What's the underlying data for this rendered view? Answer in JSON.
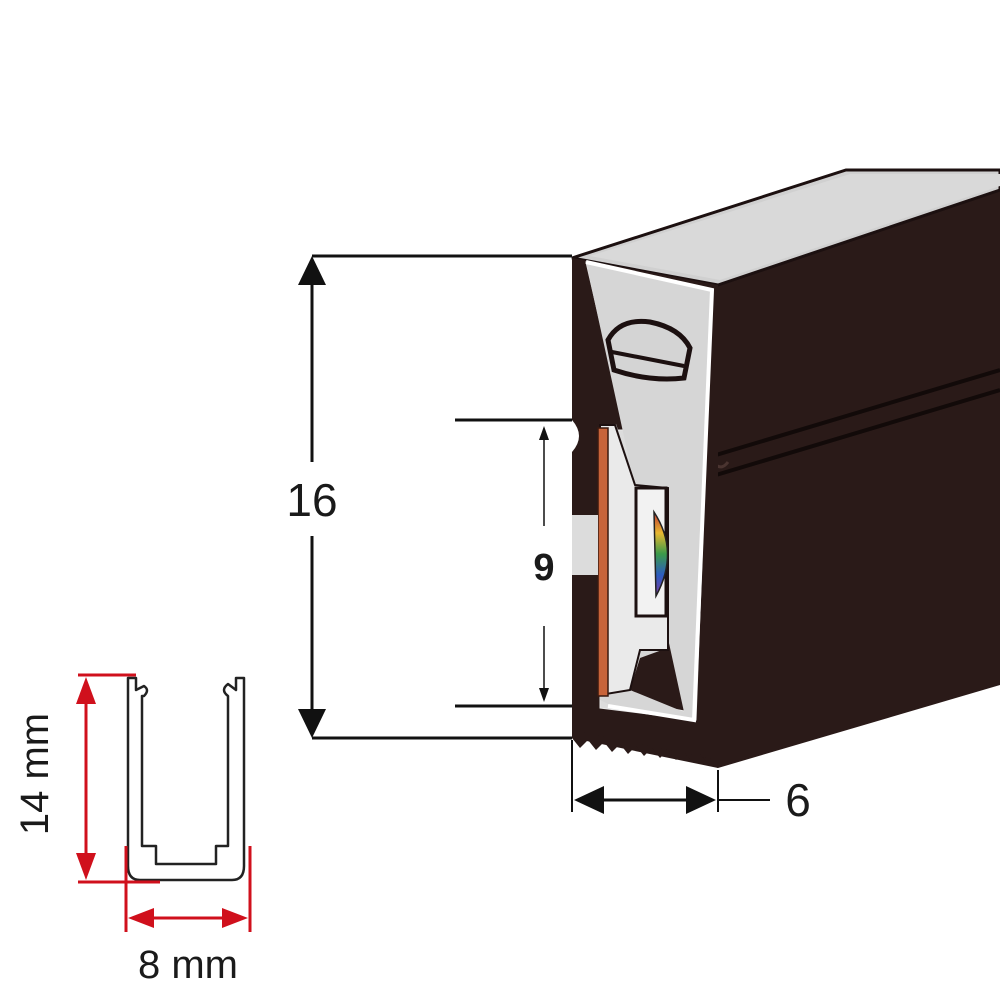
{
  "dimensions": {
    "height_outer": "16",
    "height_inner": "9",
    "width_outer": "6",
    "clip_height": "14 mm",
    "clip_width": "8 mm"
  },
  "colors": {
    "profile_body": "#2a1a18",
    "profile_top": "#d4d4d4",
    "diffuser": "#dcdcdc",
    "pcb": "#c8643a",
    "dimension_red": "#d0101c",
    "dimension_black": "#111111"
  }
}
